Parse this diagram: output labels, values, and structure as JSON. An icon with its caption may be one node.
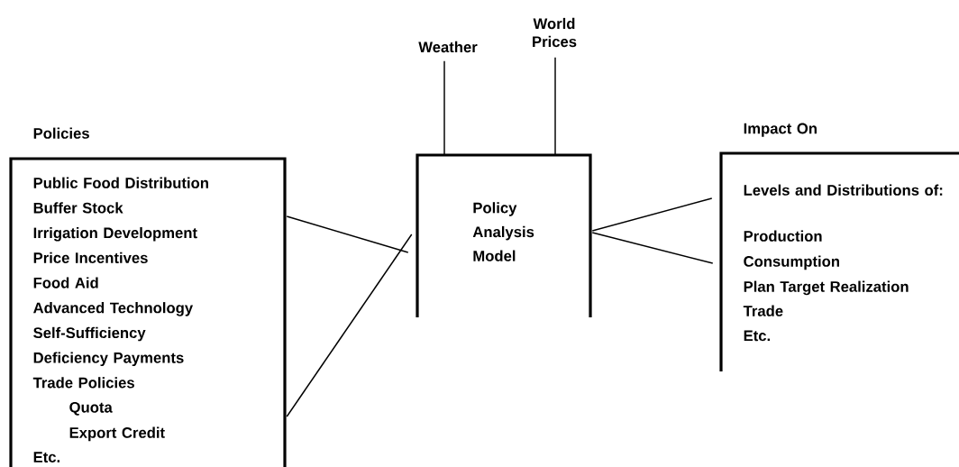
{
  "diagram": {
    "nodes": [
      {
        "text": [
          "Policies",
          "Public Food Distribution",
          "Buffer Stock",
          "Irrigation Development",
          "Price Incentives",
          "Food Aid",
          "Advanced Technology",
          "Self-Sufficiency",
          "Deficiency Payments",
          "Trade Policies",
          "Quota",
          "Export Credit",
          "Etc."
        ]
      },
      {
        "text": [
          "Weather"
        ]
      },
      {
        "text": [
          "World Prices"
        ]
      },
      {
        "text": [
          "Policy Analysis Model"
        ]
      },
      {
        "text": [
          "Impact On",
          "Levels and Distributions of:",
          "Production",
          "Consumption",
          "Plan Target Realization",
          "Trade",
          "Etc."
        ]
      }
    ],
    "edges": [
      {
        "from": 1,
        "to": 3,
        "arrow": "none"
      },
      {
        "from": 2,
        "to": 3,
        "arrow": "none"
      },
      {
        "from": 0,
        "to": 3,
        "arrow": "none"
      },
      {
        "from": 0,
        "to": 3,
        "arrow": "none"
      },
      {
        "from": 3,
        "to": 4,
        "arrow": "none"
      },
      {
        "from": 3,
        "to": 4,
        "arrow": "none"
      }
    ]
  }
}
